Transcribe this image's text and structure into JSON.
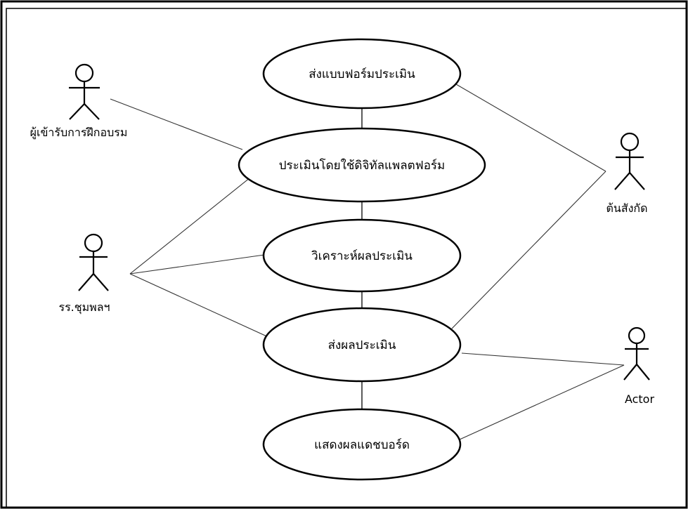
{
  "diagram": {
    "type": "use-case",
    "use_cases": [
      {
        "id": "uc1",
        "label": "ส่งแบบฟอร์มประเมิน"
      },
      {
        "id": "uc2",
        "label": "ประเมินโดยใช้ดิจิทัลแพลตฟอร์ม"
      },
      {
        "id": "uc3",
        "label": "วิเคราะห์ผลประเมิน"
      },
      {
        "id": "uc4",
        "label": "ส่งผลประเมิน"
      },
      {
        "id": "uc5",
        "label": "แสดงผลแดชบอร์ด"
      }
    ],
    "actors": [
      {
        "id": "a1",
        "label": "ผู้เข้ารับการฝึกอบรม"
      },
      {
        "id": "a2",
        "label": "รร.ชุมพลฯ"
      },
      {
        "id": "a3",
        "label": "ต้นสังกัด"
      },
      {
        "id": "a4",
        "label": "Actor"
      }
    ],
    "links": [
      {
        "from": "a1",
        "to": "uc2"
      },
      {
        "from": "a2",
        "to": "uc2"
      },
      {
        "from": "a2",
        "to": "uc3"
      },
      {
        "from": "a2",
        "to": "uc4"
      },
      {
        "from": "a3",
        "to": "uc1"
      },
      {
        "from": "a3",
        "to": "uc4"
      },
      {
        "from": "a4",
        "to": "uc4"
      },
      {
        "from": "a4",
        "to": "uc5"
      }
    ],
    "chain": [
      "uc1",
      "uc2",
      "uc3",
      "uc4",
      "uc5"
    ]
  }
}
